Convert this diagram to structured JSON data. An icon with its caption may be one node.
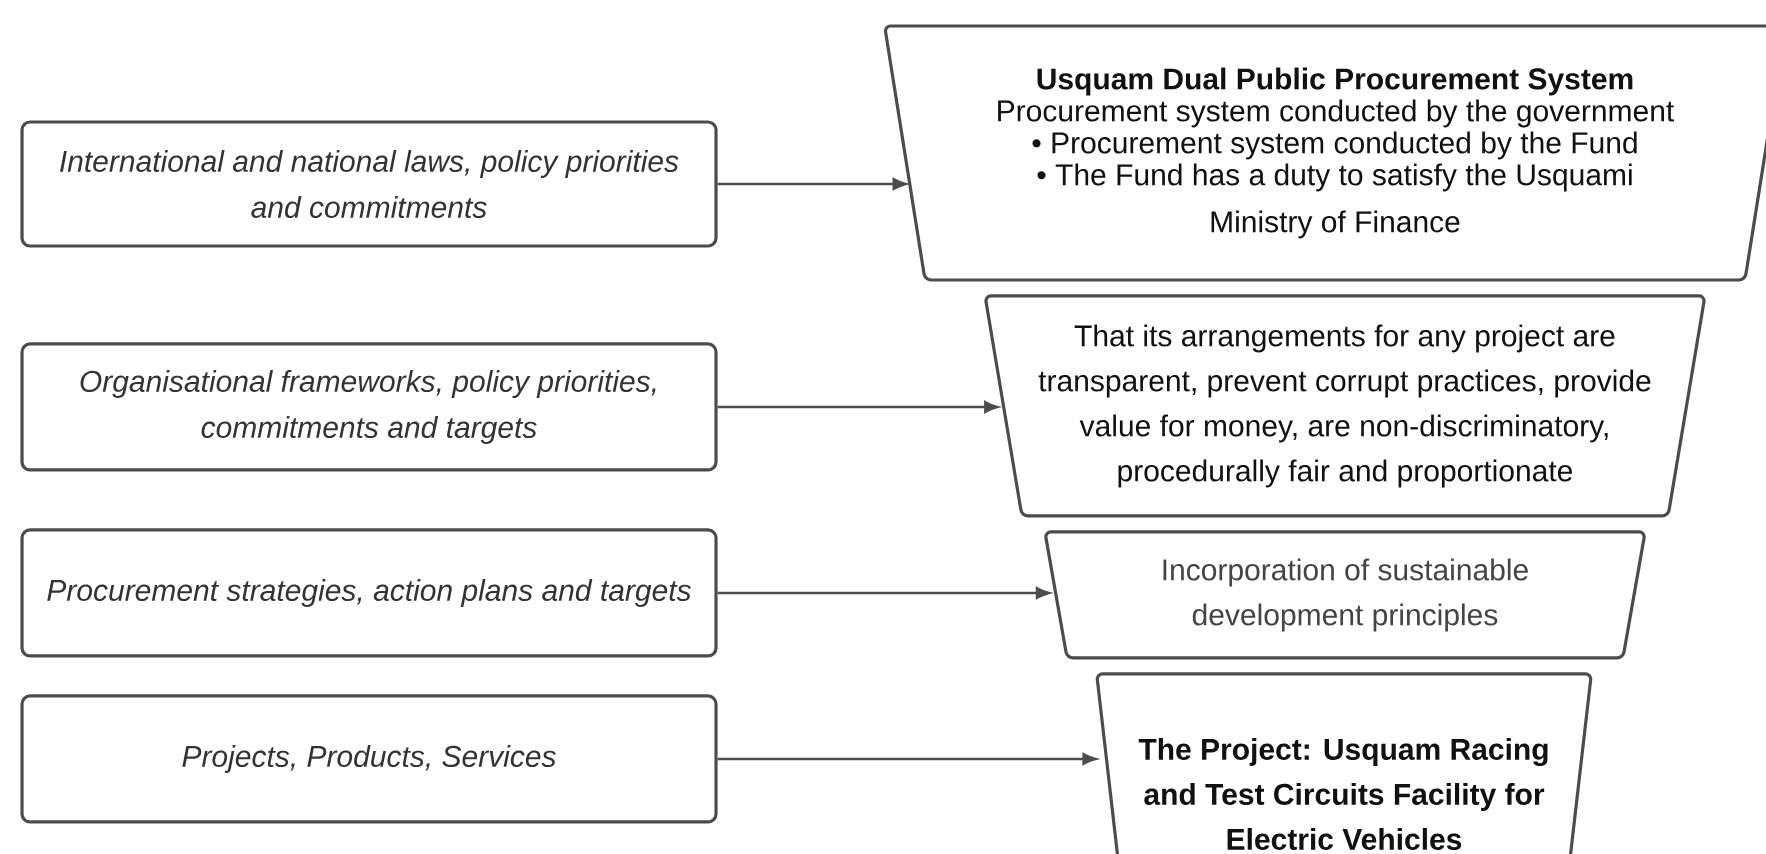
{
  "diagram": {
    "nodes": [
      {
        "text": [
          "International and national laws, policy priorities and commitments"
        ]
      },
      {
        "text": [
          "Usquam Dual Public Procurement System",
          "Procurement system conducted by the government",
          "• Procurement system conducted by the Fund",
          "• The Fund has a duty to satisfy the Usquami Ministry of Finance"
        ]
      },
      {
        "text": [
          "Organisational frameworks, policy priorities, commitments and targets"
        ]
      },
      {
        "text": [
          "That its arrangements for any project are transparent, prevent corrupt practices, provide value for money, are non-discriminatory, procedurally fair and proportionate"
        ]
      },
      {
        "text": [
          "Procurement strategies, action plans and targets"
        ]
      },
      {
        "text": [
          "Incorporation of sustainable development principles"
        ]
      },
      {
        "text": [
          "Projects, Products, Services"
        ]
      },
      {
        "text": [
          "The Project: Usquam Racing and Test Circuits Facility for Electric Vehicles"
        ]
      }
    ],
    "edges": [
      {
        "from": 0,
        "to": 1,
        "arrow": "to"
      },
      {
        "from": 2,
        "to": 3,
        "arrow": "to"
      },
      {
        "from": 4,
        "to": 5,
        "arrow": "to"
      },
      {
        "from": 6,
        "to": 7,
        "arrow": "to"
      }
    ]
  }
}
